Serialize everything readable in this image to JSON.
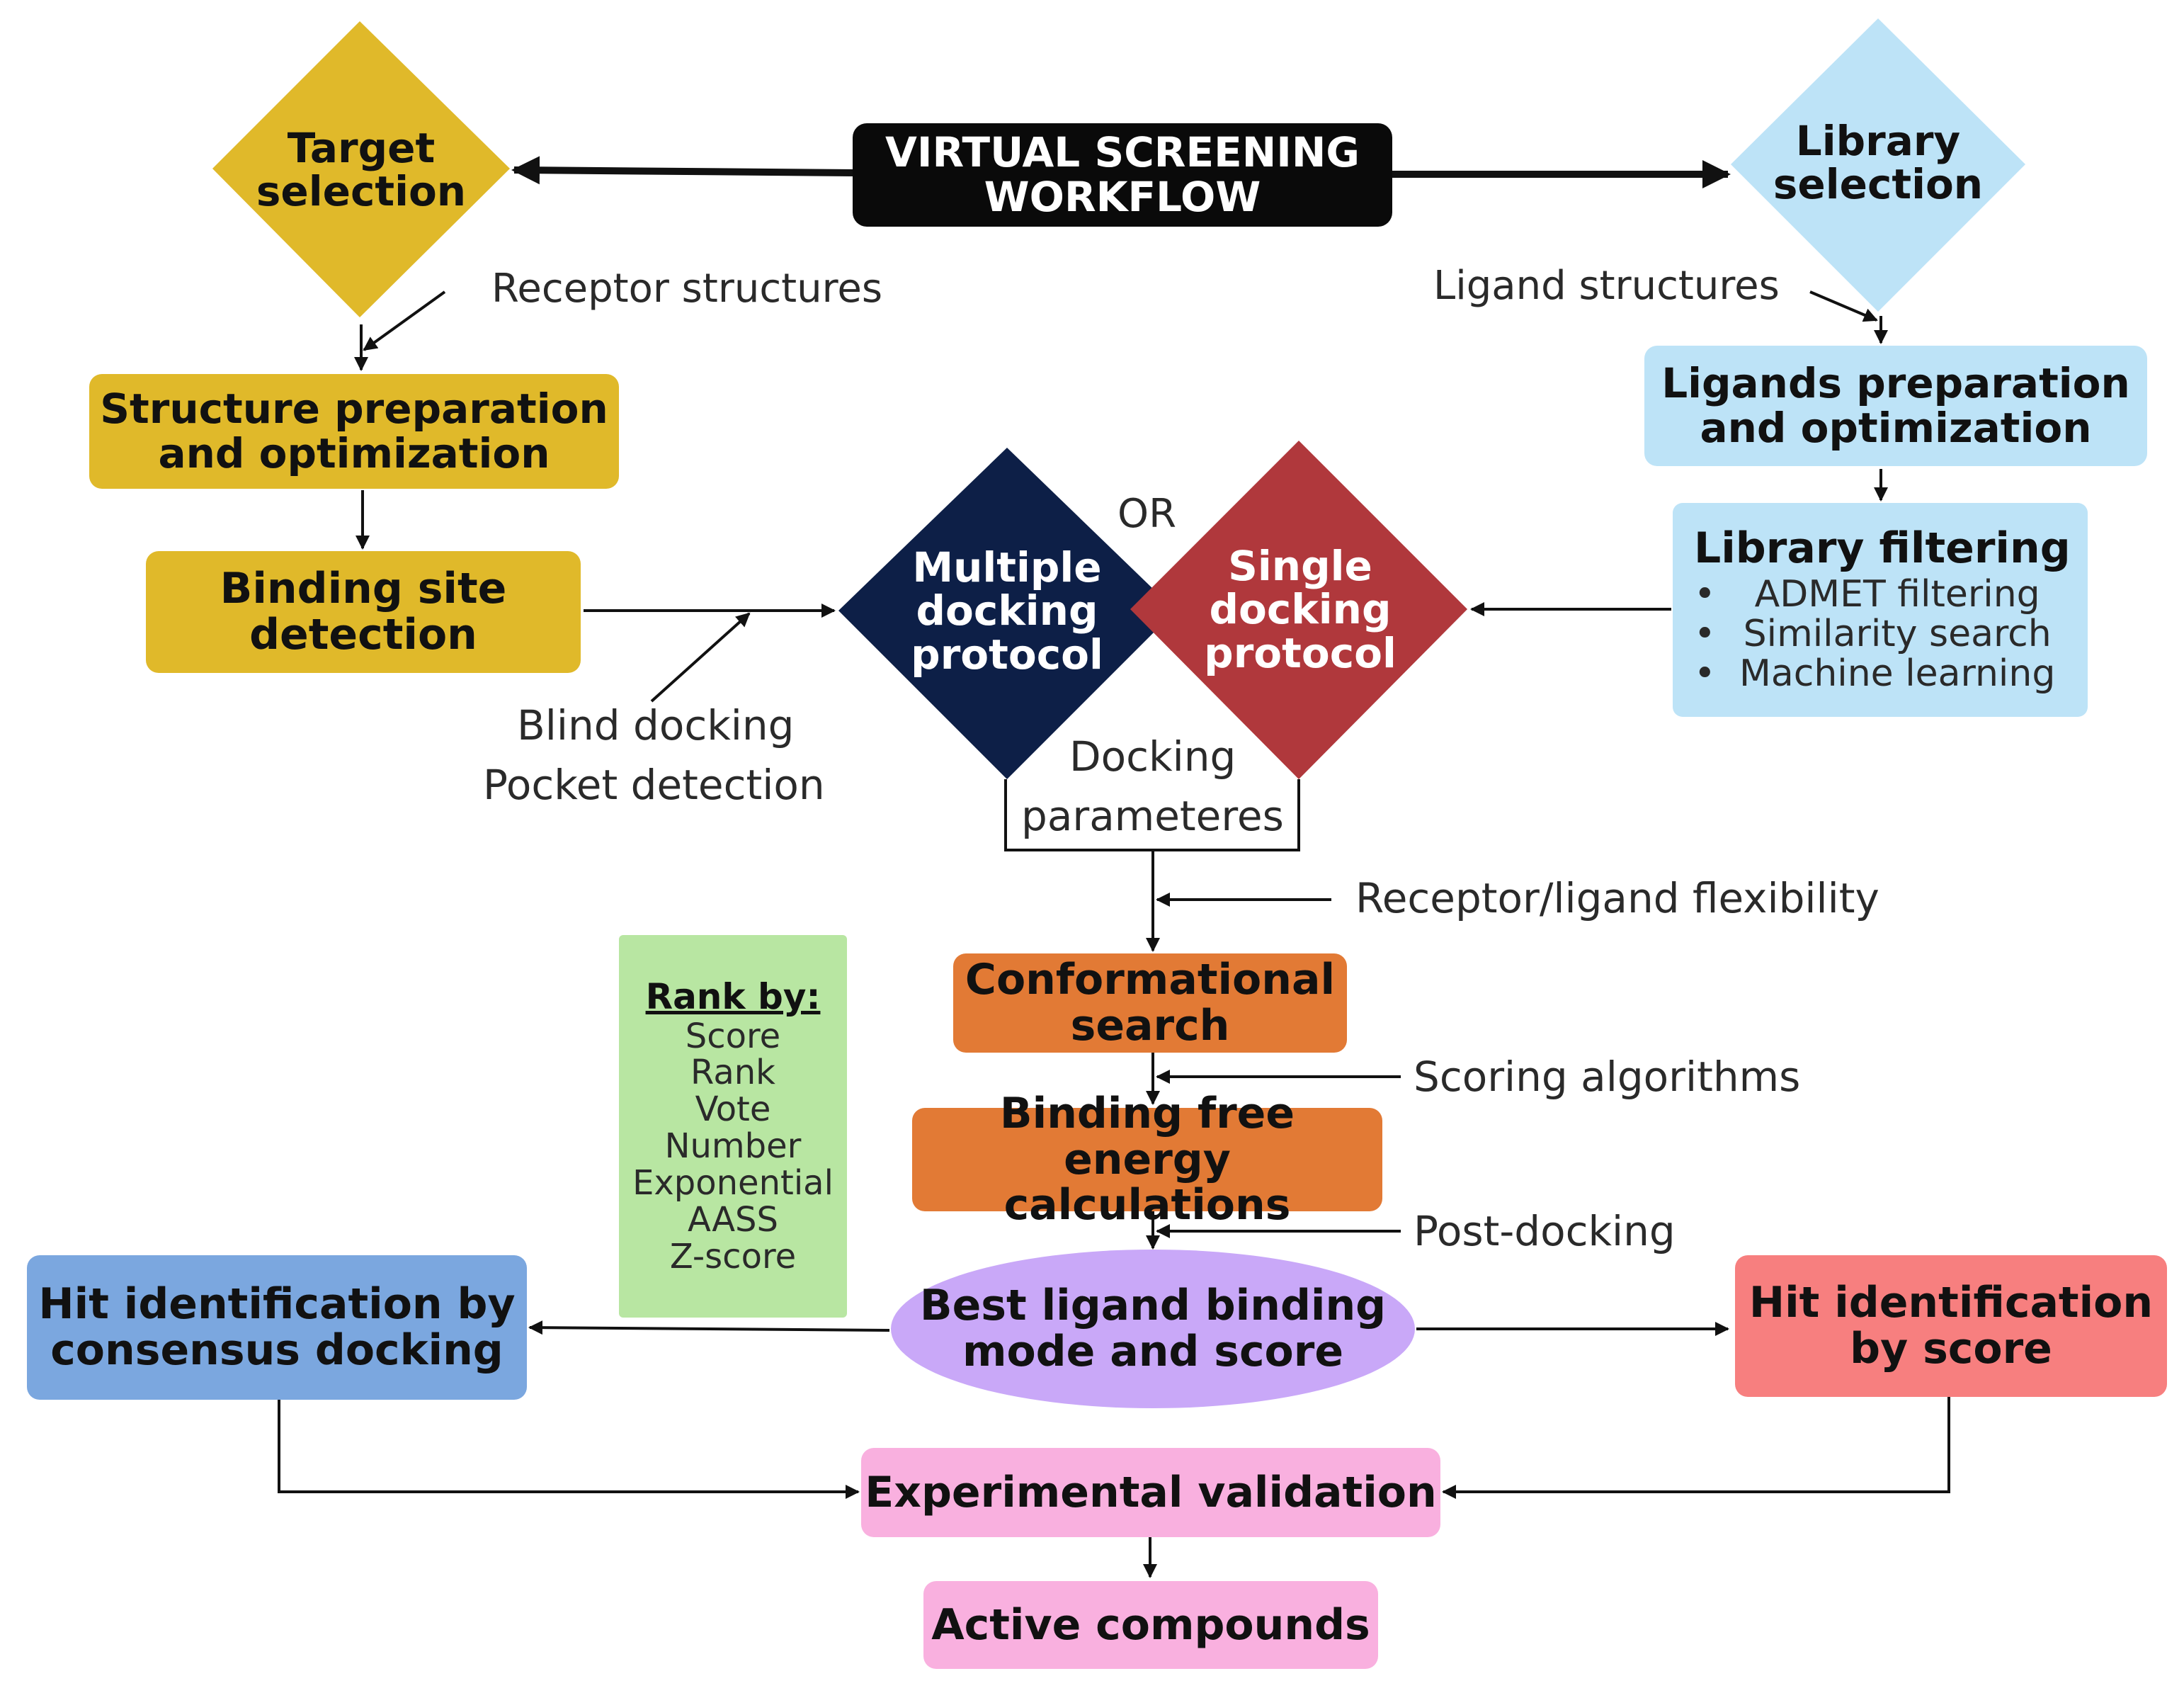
{
  "title": {
    "line1": "VIRTUAL SCREENING",
    "line2": "WORKFLOW"
  },
  "target": {
    "line1": "Target",
    "line2": "selection"
  },
  "library": {
    "line1": "Library",
    "line2": "selection"
  },
  "receptor_structures": "Receptor structures",
  "ligand_structures": "Ligand structures",
  "structure_prep": {
    "line1": "Structure preparation",
    "line2": "and optimization"
  },
  "ligands_prep": {
    "line1": "Ligands preparation",
    "line2": "and optimization"
  },
  "binding_site": {
    "line1": "Binding site",
    "line2": "detection"
  },
  "blind_docking": "Blind docking",
  "pocket_detection": "Pocket detection",
  "multiple_docking": {
    "line1": "Multiple",
    "line2": "docking",
    "line3": "protocol"
  },
  "single_docking": {
    "line1": "Single",
    "line2": "docking",
    "line3": "protocol"
  },
  "or_label": "OR",
  "docking_params": {
    "line1": "Docking",
    "line2": "parameteres"
  },
  "library_filtering": {
    "title": "Library filtering",
    "items": [
      "ADMET filtering",
      "Similarity search",
      "Machine learning"
    ]
  },
  "flexibility": "Receptor/ligand flexibility",
  "conformational": {
    "line1": "Conformational",
    "line2": "search"
  },
  "scoring_algorithms": "Scoring algorithms",
  "binding_energy": {
    "line1": "Binding free energy",
    "line2": "calculations"
  },
  "post_docking": "Post-docking",
  "rank_by": {
    "title": "Rank by:",
    "items": [
      "Score",
      "Rank",
      "Vote",
      "Number",
      "Exponential",
      "AASS",
      "Z-score"
    ]
  },
  "best_ligand": {
    "line1": "Best ligand binding",
    "line2": "mode and score"
  },
  "hit_consensus": {
    "line1": "Hit identification by",
    "line2": "consensus docking"
  },
  "hit_score": {
    "line1": "Hit identification",
    "line2": "by score"
  },
  "experimental": "Experimental validation",
  "active": "Active compounds",
  "colors": {
    "target_yellow": "#e0b92a",
    "library_blue": "#bde3f7",
    "navy": "#0d1f47",
    "red": "#b0383c",
    "orange": "#e27a35",
    "green": "#b8e6a2",
    "purple": "#c9a8f8",
    "hit_blue": "#7ba7df",
    "hit_red": "#f77f7f",
    "pink": "#f9b0df"
  }
}
